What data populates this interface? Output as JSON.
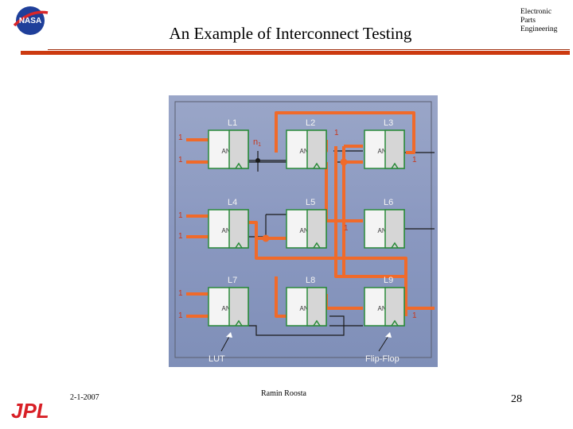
{
  "header": {
    "title": "An Example of Interconnect Testing",
    "ep_line1": "Electronic",
    "ep_line2": "Parts",
    "ep_line3": "Engineering"
  },
  "footer": {
    "date": "2-1-2007",
    "author": "Ramin Roosta",
    "page": "28"
  },
  "logos": {
    "nasa": "NASA",
    "jpl": "JPL"
  },
  "colors": {
    "wire": "#f06a2a",
    "block_fill": "#f4f4f4",
    "block_border": "#2a8a3a",
    "accent_rule": "#cc3a10"
  },
  "diagram": {
    "blocks": [
      {
        "label": "L1",
        "gate": "AND"
      },
      {
        "label": "L2",
        "gate": "AND"
      },
      {
        "label": "L3",
        "gate": "AND"
      },
      {
        "label": "L4",
        "gate": "AND"
      },
      {
        "label": "L5",
        "gate": "AND"
      },
      {
        "label": "L6",
        "gate": "AND"
      },
      {
        "label": "L7",
        "gate": "AND"
      },
      {
        "label": "L8",
        "gate": "AND"
      },
      {
        "label": "L9",
        "gate": "AND"
      }
    ],
    "net_label": "n",
    "net_subscript": "1",
    "one": "1",
    "lut_label": "LUT",
    "ff_label": "Flip-Flop"
  }
}
